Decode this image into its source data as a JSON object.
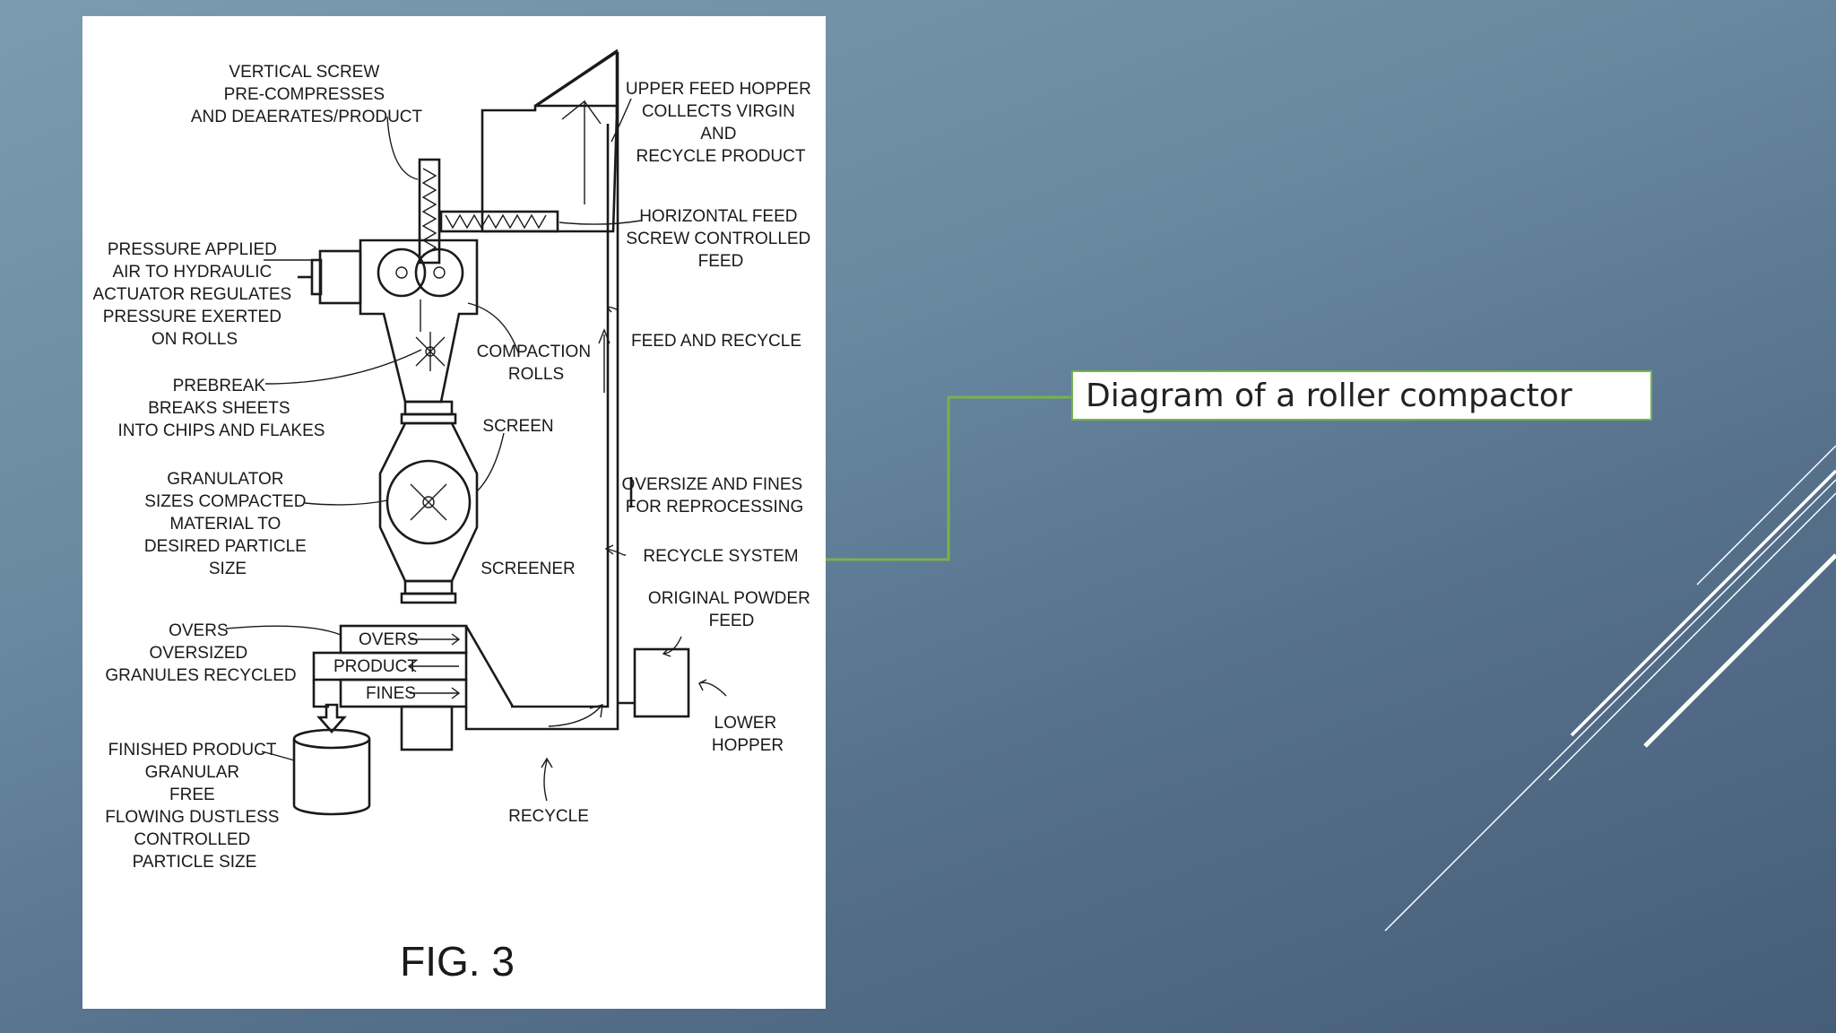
{
  "caption": "Diagram of a roller compactor",
  "colors": {
    "caption_border": "#77b24a",
    "connector": "#77b24a",
    "decor_lines": "#ffffff",
    "background_top": "#7b9bb0",
    "background_bottom": "#465d79"
  },
  "figure": {
    "fig_label": "FIG. 3",
    "labels": {
      "vertical_screw": [
        "VERTICAL SCREW",
        "PRE-COMPRESSES",
        "AND DEAERATES/PRODUCT"
      ],
      "upper_feed_hopper": [
        "UPPER FEED HOPPER",
        "COLLECTS VIRGIN",
        "AND",
        "RECYCLE PRODUCT"
      ],
      "horizontal_feed": [
        "HORIZONTAL FEED",
        "SCREW CONTROLLED",
        "FEED"
      ],
      "pressure_applied": [
        "PRESSURE APPLIED",
        "AIR TO HYDRAULIC",
        "ACTUATOR REGULATES",
        "PRESSURE EXERTED",
        "ON ROLLS"
      ],
      "compaction_rolls": [
        "COMPACTION",
        "ROLLS"
      ],
      "feed_and_recycle": [
        "FEED AND RECYCLE"
      ],
      "prebreak": [
        "PREBREAK",
        "BREAKS SHEETS",
        "INTO CHIPS AND FLAKES"
      ],
      "screen": [
        "SCREEN"
      ],
      "oversize_and_fines": [
        "OVERSIZE AND FINES",
        "FOR REPROCESSING"
      ],
      "granulator": [
        "GRANULATOR",
        "SIZES COMPACTED",
        "MATERIAL TO",
        "DESIRED PARTICLE",
        "SIZE"
      ],
      "recycle_system": [
        "RECYCLE SYSTEM"
      ],
      "screener": [
        "SCREENER"
      ],
      "original_powder_feed": [
        "ORIGINAL POWDER",
        "FEED"
      ],
      "overs_desc": [
        "OVERS",
        "OVERSIZED",
        "GRANULES RECYCLED"
      ],
      "overs_box": [
        "OVERS"
      ],
      "product_box": [
        "PRODUCT"
      ],
      "fines_box": [
        "FINES"
      ],
      "lower_hopper": [
        "LOWER",
        "HOPPER"
      ],
      "finished_product": [
        "FINISHED PRODUCT",
        "GRANULAR",
        "FREE",
        "FLOWING DUSTLESS",
        "CONTROLLED",
        "PARTICLE SIZE"
      ],
      "recycle": [
        "RECYCLE"
      ]
    }
  }
}
